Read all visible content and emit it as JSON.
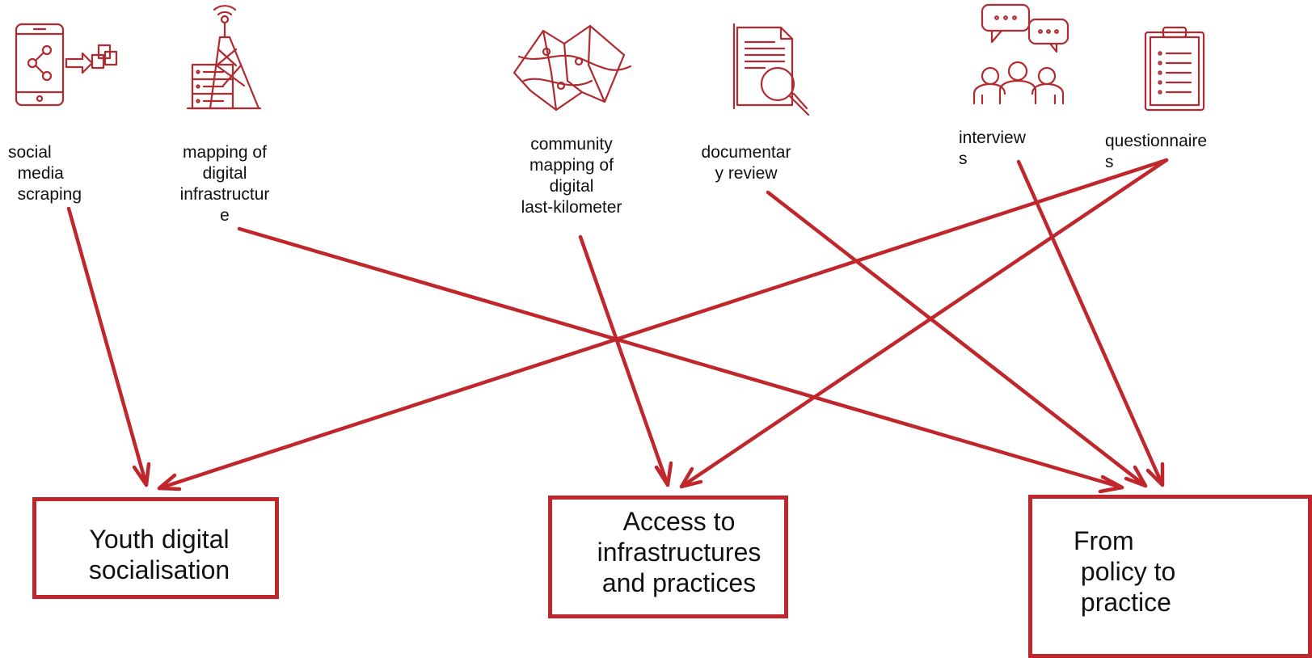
{
  "diagram": {
    "accent_color": "#c0272d",
    "methods": [
      {
        "id": "social-media-scraping",
        "label": "social\n  media\n  scraping",
        "icon": "smartphone-share-icon"
      },
      {
        "id": "mapping-digital-infrastructure",
        "label": "mapping of\ndigital\ninfrastructur\ne",
        "icon": "tower-server-icon"
      },
      {
        "id": "community-mapping",
        "label": "community\nmapping of\ndigital\nlast-kilometer",
        "icon": "map-icon"
      },
      {
        "id": "documentary-review",
        "label": "documentar\ny review",
        "icon": "document-magnifier-icon"
      },
      {
        "id": "interviews",
        "label": "interview\ns",
        "icon": "people-chat-icon"
      },
      {
        "id": "questionnaires",
        "label": "questionnaire\ns",
        "icon": "clipboard-icon"
      }
    ],
    "outcomes": [
      {
        "id": "youth-digital-socialisation",
        "label": "Youth digital\nsocialisation"
      },
      {
        "id": "access-infrastructures-practices",
        "label": "Access to\ninfrastructures\nand practices"
      },
      {
        "id": "policy-to-practice",
        "label": "From\n policy to\n practice"
      }
    ],
    "links": [
      {
        "from": "social-media-scraping",
        "to": "youth-digital-socialisation"
      },
      {
        "from": "mapping-digital-infrastructure",
        "to": "policy-to-practice"
      },
      {
        "from": "community-mapping",
        "to": "access-infrastructures-practices"
      },
      {
        "from": "documentary-review",
        "to": "policy-to-practice"
      },
      {
        "from": "interviews",
        "to": "policy-to-practice"
      },
      {
        "from": "questionnaires",
        "to": "youth-digital-socialisation"
      },
      {
        "from": "questionnaires",
        "to": "access-infrastructures-practices"
      }
    ]
  }
}
